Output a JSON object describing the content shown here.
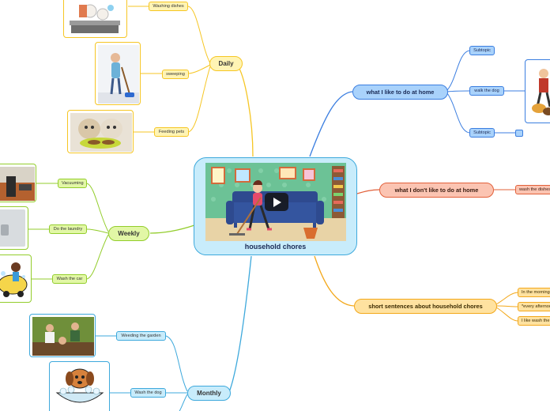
{
  "central": {
    "title": "household chores",
    "video": {
      "play_icon": "play-icon"
    }
  },
  "daily": {
    "label": "Daily",
    "items": [
      {
        "label": "Washing dishes",
        "image": "dish-washing-illustration"
      },
      {
        "label": "sweeping",
        "image": "child-sweeping-photo"
      },
      {
        "label": "Feeding pets",
        "image": "puppies-eating-photo"
      }
    ]
  },
  "weekly": {
    "label": "Weekly",
    "items": [
      {
        "label": "Vacuuming",
        "image": "vacuuming-photo"
      },
      {
        "label": "Do the laundry",
        "image": "laundry-photo"
      },
      {
        "label": "Wash the car",
        "image": "car-wash-cartoon"
      }
    ]
  },
  "monthly": {
    "label": "Monthly",
    "items": [
      {
        "label": "Weeding the garden",
        "image": "gardening-photo"
      },
      {
        "label": "Wash the dog",
        "image": "dog-bath-cartoon"
      }
    ]
  },
  "like": {
    "label": "what I like to do at home",
    "items": [
      {
        "label": "Subtopic"
      },
      {
        "label": "walk the dog",
        "image": "dog-walking-illustration"
      },
      {
        "label": "Subtopic"
      }
    ]
  },
  "dislike": {
    "label": "what I don't like to do at home",
    "items": [
      {
        "label": "wash the dishes"
      }
    ]
  },
  "sentences": {
    "label": "short sentences about household chores",
    "items": [
      {
        "label": "In the morning"
      },
      {
        "label": "*every afternoon"
      },
      {
        "label": "I like wash the"
      }
    ]
  },
  "colors": {
    "daily": "#f6c624",
    "weekly": "#93cd2c",
    "monthly": "#3ea9dc",
    "like": "#3b7ee0",
    "dislike": "#e2603a",
    "sentences": "#f3a81b"
  }
}
